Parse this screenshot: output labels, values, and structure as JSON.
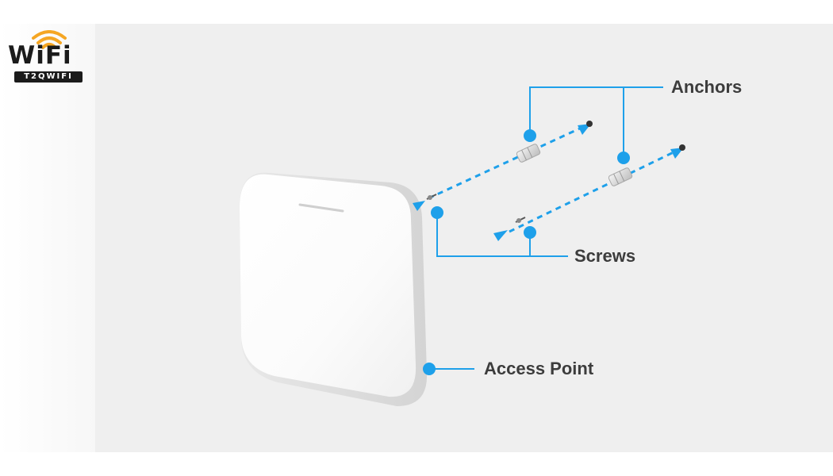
{
  "logo": {
    "word": "WiFi",
    "tagline": "T2QWIFI",
    "colors": {
      "arcs": "#f5a623",
      "text": "#1b1b1b"
    }
  },
  "labels": {
    "anchors": "Anchors",
    "screws": "Screws",
    "access_point": "Access Point"
  },
  "colors": {
    "accent": "#1ea0ea",
    "background": "#efefef",
    "label_text": "#3c3c3c",
    "device": "#ffffff"
  }
}
